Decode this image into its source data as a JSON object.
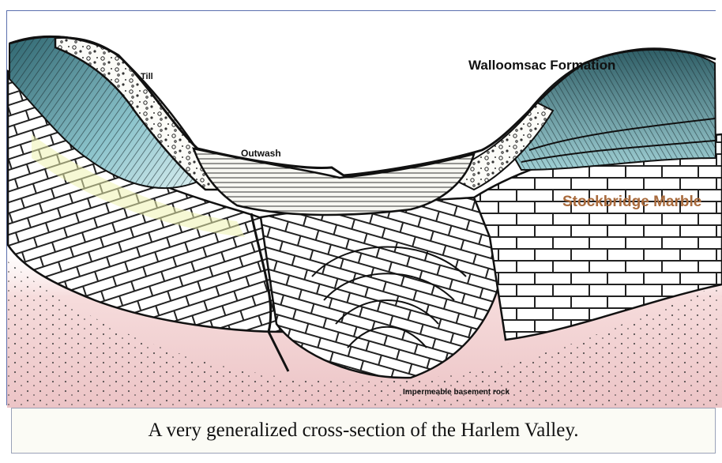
{
  "diagram": {
    "labels": {
      "till": "Till",
      "outwash": "Outwash",
      "walloomsac": "Walloomsac Formation",
      "stockbridge": "Stockbridge Marble",
      "basement": "Impermeable basement rock"
    },
    "colors": {
      "marble_accent": "#a86a3c",
      "schist": "#3d6f78",
      "basement_tint": "#f2cfd1",
      "marble_highlight": "#eef3b0"
    }
  },
  "caption": {
    "text": "A very generalized cross-section of the Harlem Valley."
  }
}
